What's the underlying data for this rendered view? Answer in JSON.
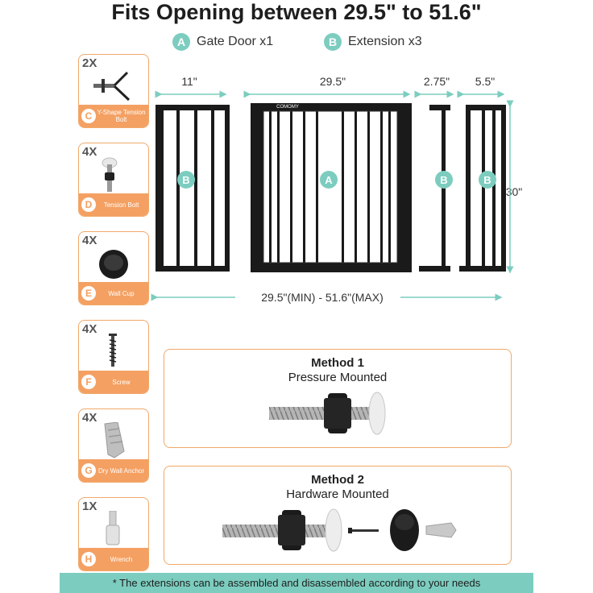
{
  "title": "Fits Opening between 29.5\" to 51.6\"",
  "legend": [
    {
      "letter": "A",
      "label": "Gate Door x1"
    },
    {
      "letter": "B",
      "label": "Extension x3"
    }
  ],
  "parts": [
    {
      "qty": "2X",
      "letter": "C",
      "name": "Y-Shape Tension Bolt",
      "icon": "y-bolt-icon"
    },
    {
      "qty": "4X",
      "letter": "D",
      "name": "Tension Bolt",
      "icon": "tension-bolt-icon"
    },
    {
      "qty": "4X",
      "letter": "E",
      "name": "Wall Cup",
      "icon": "wall-cup-icon"
    },
    {
      "qty": "4X",
      "letter": "F",
      "name": "Screw",
      "icon": "screw-icon"
    },
    {
      "qty": "4X",
      "letter": "G",
      "name": "Dry Wall Anchor",
      "icon": "anchor-icon"
    },
    {
      "qty": "1X",
      "letter": "H",
      "name": "Wrench",
      "icon": "wrench-icon"
    }
  ],
  "dimensions": {
    "ext_left": "11\"",
    "gate": "29.5\"",
    "ext_small": "2.75\"",
    "ext_right": "5.5\"",
    "height": "30\"",
    "range": "29.5\"(MIN) - 51.6\"(MAX)"
  },
  "gate_labels": {
    "gate": "A",
    "extension": "B"
  },
  "brand": "COMOMY",
  "methods": [
    {
      "title": "Method 1",
      "subtitle": "Pressure Mounted"
    },
    {
      "title": "Method 2",
      "subtitle": "Hardware Mounted"
    }
  ],
  "note": "* The extensions can be assembled and disassembled according to your needs",
  "colors": {
    "teal": "#7ccdbf",
    "orange": "#f4a062",
    "frame": "#1a1a1a"
  }
}
